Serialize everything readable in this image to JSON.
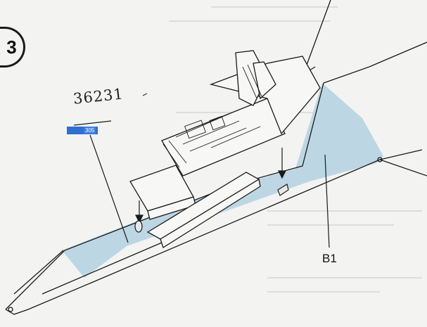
{
  "step": {
    "number": "3"
  },
  "handwritten_number": "36231",
  "stamp": {
    "number": "305"
  },
  "part_label": "B1",
  "colors": {
    "highlight": "#bcd6e4",
    "ink": "#1a1a1a",
    "paper": "#f3f3f1"
  }
}
